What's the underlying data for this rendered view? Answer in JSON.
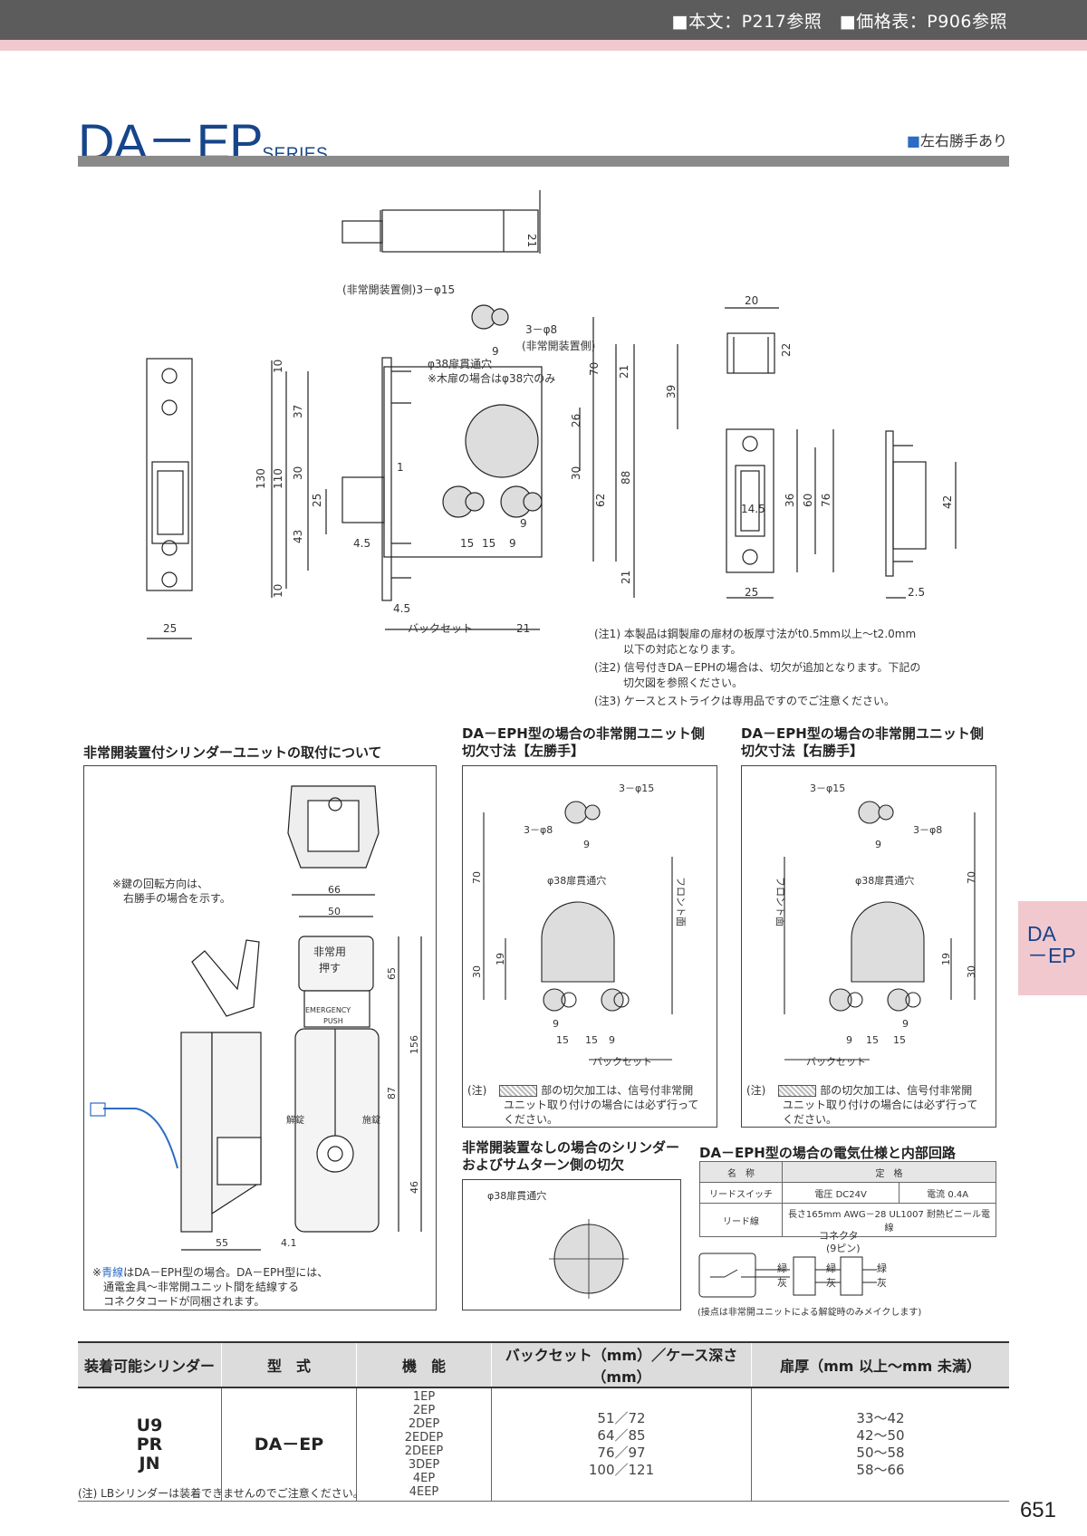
{
  "header": {
    "reference": "■本文：P217参照　■価格表：P906参照"
  },
  "title": {
    "main": "DA－EP",
    "sub": "SERIES",
    "note_marker": "■",
    "note": "左右勝手あり"
  },
  "side_tab": {
    "line1": "DA",
    "line2": "－EP"
  },
  "main_drawing": {
    "labels": {
      "hole_emergency": "(非常開装置側)3－φ15",
      "hole_phi8": "3－φ8",
      "hole_phi8_side": "(非常開装置側)",
      "through_hole": "φ38扉貫通穴",
      "wood_door": "※木扉の場合はφ38穴のみ",
      "backset": "バックセット"
    },
    "dims": [
      "21",
      "9",
      "70",
      "21",
      "39",
      "20",
      "22",
      "10",
      "37",
      "130",
      "110",
      "30",
      "25",
      "43",
      "10",
      "1",
      "26",
      "30",
      "62",
      "88",
      "21",
      "9",
      "15",
      "15",
      "9",
      "21",
      "4.5",
      "21",
      "25",
      "14.5",
      "36",
      "60",
      "76",
      "25",
      "42",
      "2.5"
    ]
  },
  "notes": [
    "(注1) 本製品は鋼製扉の扉材の板厚寸法がt0.5mm以上～t2.0mm",
    "以下の対応となります。",
    "(注2) 信号付きDA－EPHの場合は、切欠が追加となります。下記の",
    "切欠図を参照ください。",
    "(注3) ケースとストライクは専用品ですのでご注意ください。"
  ],
  "section_cylinder": {
    "title": "非常開装置付シリンダーユニットの取付について",
    "note_rotation": [
      "※鍵の回転方向は、",
      "右勝手の場合を示す。"
    ],
    "label_emergency": "非常用\n押す",
    "label_emergency_1": "非常用",
    "label_emergency_2": "押す",
    "label_push_1": "EMERGENCY",
    "label_push_2": "PUSH",
    "label_unlock": "解錠",
    "label_lock": "施錠",
    "dims": [
      "66",
      "50",
      "65",
      "156",
      "87",
      "46",
      "55",
      "4.1"
    ],
    "footnote": [
      "※",
      "青線",
      "はDA－EPH型の場合。DA－EPH型には、",
      "通電金具～非常開ユニット間を結線する",
      "コネクタコードが同梱されます。"
    ]
  },
  "section_left": {
    "title": [
      "DA－EPH型の場合の非常開ユニット側",
      "切欠寸法【左勝手】"
    ],
    "labels": {
      "hole15": "3－φ15",
      "hole8": "3－φ8",
      "through": "φ38扉貫通穴",
      "front": "フロント面",
      "backset": "バックセット"
    },
    "dims": [
      "9",
      "70",
      "30",
      "19",
      "9",
      "15",
      "15",
      "9"
    ],
    "note": [
      "(注)",
      "部の切欠加工は、信号付非常開",
      "ユニット取り付けの場合には必ず行って",
      "ください。"
    ]
  },
  "section_right": {
    "title": [
      "DA－EPH型の場合の非常開ユニット側",
      "切欠寸法【右勝手】"
    ],
    "labels": {
      "hole15": "3－φ15",
      "hole8": "3－φ8",
      "through": "φ38扉貫通穴",
      "front": "フロント面",
      "backset": "バックセット"
    },
    "dims": [
      "9",
      "70",
      "30",
      "19",
      "9",
      "9",
      "15",
      "15"
    ],
    "note": [
      "(注)",
      "部の切欠加工は、信号付非常開",
      "ユニット取り付けの場合には必ず行って",
      "ください。"
    ]
  },
  "section_no_emergency": {
    "title": [
      "非常開装置なしの場合のシリンダー",
      "およびサムターン側の切欠"
    ],
    "label": "φ38扉貫通穴"
  },
  "section_electric": {
    "title": "DA－EPH型の場合の電気仕様と内部回路",
    "table_header": [
      "名　称",
      "定　格"
    ],
    "rows": [
      {
        "name": "リードスイッチ",
        "v1": "電圧 DC24V",
        "v2": "電流 0.4A"
      },
      {
        "name": "リード線",
        "v1": "長さ165mm AWG－28 UL1007 耐熱ビニール電線"
      }
    ],
    "connector": [
      "コネクタ",
      "(9ピン)"
    ],
    "wires": [
      "緑",
      "灰",
      "緑",
      "灰",
      "緑",
      "灰"
    ],
    "note": "(接点は非常開ユニットによる解錠時のみメイクします)"
  },
  "bottom_table": {
    "headers": [
      "装着可能シリンダー",
      "型　式",
      "機　能",
      "バックセット（mm）／ケース深さ（mm）",
      "扉厚（mm 以上～mm 未満）"
    ],
    "cylinders": [
      "U9",
      "PR",
      "JN"
    ],
    "model": "DA－EP",
    "functions": [
      "1EP",
      "2EP",
      "2DEP",
      "2EDEP",
      "2DEEP",
      "3DEP",
      "4EP",
      "4EEP"
    ],
    "backsets": [
      "51／72",
      "64／85",
      "76／97",
      "100／121"
    ],
    "door_thickness": [
      "33～42",
      "42～50",
      "50～58",
      "58～66"
    ]
  },
  "footnote": "(注) LBシリンダーは装着できませんのでご注意ください。",
  "page_number": "651"
}
